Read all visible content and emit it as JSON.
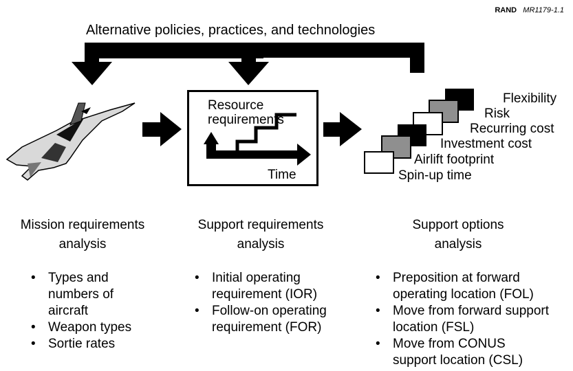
{
  "header": {
    "org": "RAND",
    "figure_id": "MR1179-1.1"
  },
  "top_label": "Alternative policies, practices, and technologies",
  "resource_box": {
    "title_line1": "Resource",
    "title_line2": "requirements",
    "axis_label": "Time"
  },
  "factors": [
    "Flexibility",
    "Risk",
    "Recurring cost",
    "Investment cost",
    "Airlift footprint",
    "Spin-up time"
  ],
  "columns": [
    {
      "title_line1": "Mission requirements",
      "title_line2": "analysis",
      "items": [
        {
          "line1": "Types and",
          "line2": "numbers of",
          "line3": "aircraft"
        },
        {
          "line1": "Weapon types"
        },
        {
          "line1": "Sortie rates"
        }
      ]
    },
    {
      "title_line1": "Support requirements",
      "title_line2": "analysis",
      "items": [
        {
          "line1": "Initial operating",
          "line2": "requirement (IOR)"
        },
        {
          "line1": "Follow-on operating",
          "line2": "requirement (FOR)"
        }
      ]
    },
    {
      "title_line1": "Support options",
      "title_line2": "analysis",
      "items": [
        {
          "line1": "Preposition at forward",
          "line2": "operating location (FOL)"
        },
        {
          "line1": "Move from forward support",
          "line2": "location (FSL)"
        },
        {
          "line1": "Move from CONUS",
          "line2": "support location (CSL)"
        }
      ]
    }
  ],
  "colors": {
    "ink": "#000000",
    "shade": "#8a8a8a",
    "background": "#ffffff"
  }
}
